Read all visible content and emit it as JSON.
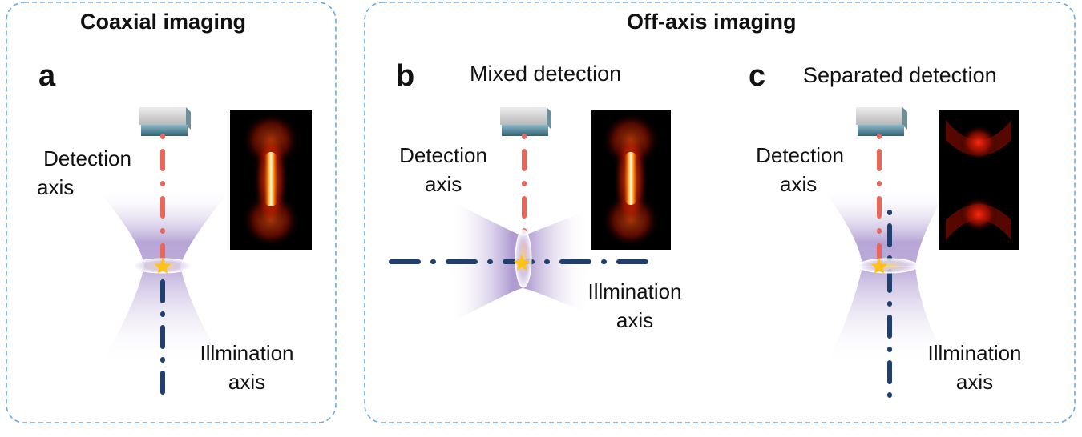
{
  "panels": {
    "coaxial": {
      "title": "Coaxial imaging",
      "letter": "a",
      "detection_label": [
        "Detection",
        "axis"
      ],
      "illumination_label": [
        "Illmination",
        "axis"
      ]
    },
    "offaxis": {
      "title": "Off-axis imaging",
      "mixed": {
        "letter": "b",
        "subtitle": "Mixed detection",
        "detection_label": [
          "Detection",
          "axis"
        ],
        "illumination_label": [
          "Illmination",
          "axis"
        ]
      },
      "separated": {
        "letter": "c",
        "subtitle": "Separated detection",
        "detection_label": [
          "Detection",
          "axis"
        ],
        "illumination_label": [
          "Illmination",
          "axis"
        ]
      }
    }
  },
  "colors": {
    "frame_border": "#6aaad8",
    "detection_axis": "#e8675a",
    "illumination_axis": "#1f3f6e",
    "beam": "#7a5ab4",
    "psf_background": "#000000",
    "psf_glow": "#ff2a00"
  }
}
